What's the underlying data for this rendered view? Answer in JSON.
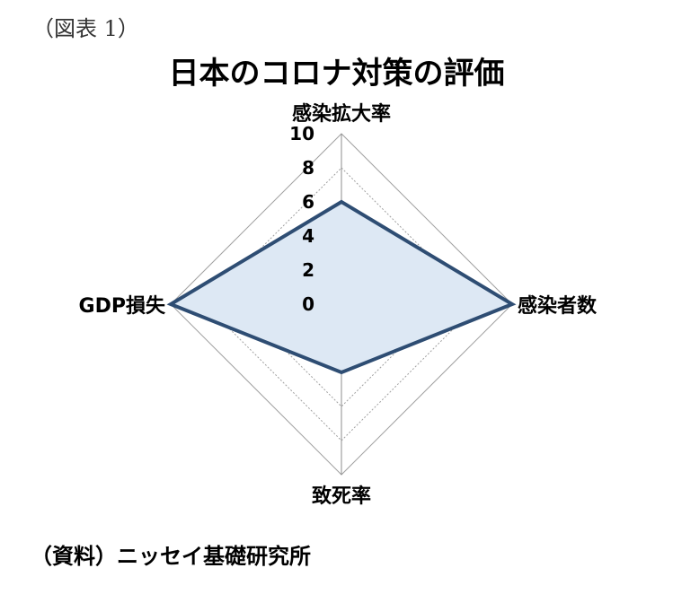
{
  "figure_label": "（図表 1）",
  "source": "（資料）ニッセイ基礎研究所",
  "chart_data": {
    "type": "radar",
    "title": "日本のコロナ対策の評価",
    "axes": [
      "感染拡大率",
      "感染者数",
      "致死率",
      "GDP損失"
    ],
    "tick_labels": [
      "0",
      "2",
      "4",
      "6",
      "8",
      "10"
    ],
    "range": [
      0,
      10
    ],
    "series": [
      {
        "values": [
          6,
          10,
          4,
          10
        ]
      }
    ],
    "colors": {
      "fill": "#dde8f4",
      "stroke": "#2e4d73",
      "grid": "#a0a0a0"
    }
  }
}
